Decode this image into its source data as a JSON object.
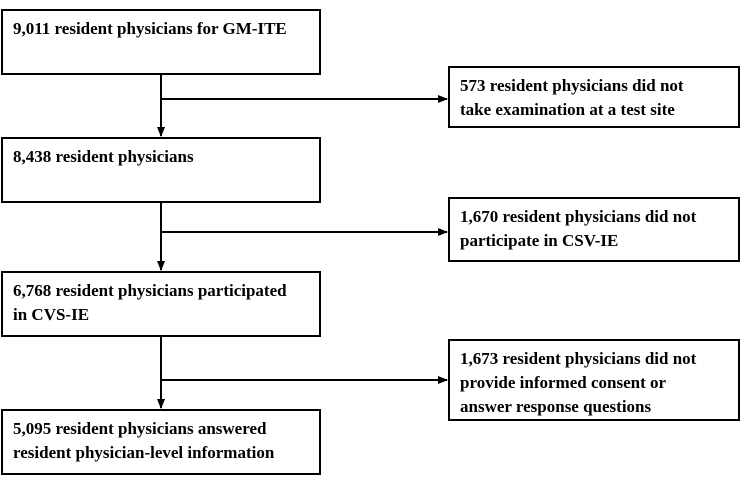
{
  "main_flow": [
    {
      "lines": [
        "9,011 resident physicians for GM-ITE"
      ]
    },
    {
      "lines": [
        "8,438 resident physicians"
      ]
    },
    {
      "lines": [
        "6,768 resident physicians participated",
        "in CVS-IE"
      ]
    },
    {
      "lines": [
        "5,095 resident physicians answered",
        "resident physician-level information"
      ]
    }
  ],
  "exclusions": [
    {
      "lines": [
        "573 resident physicians did not",
        "take examination at a test site"
      ]
    },
    {
      "lines": [
        "1,670 resident physicians did not",
        "participate in CSV-IE"
      ]
    },
    {
      "lines": [
        "1,673 resident physicians did not",
        "provide informed consent or",
        "answer response questions"
      ]
    }
  ]
}
